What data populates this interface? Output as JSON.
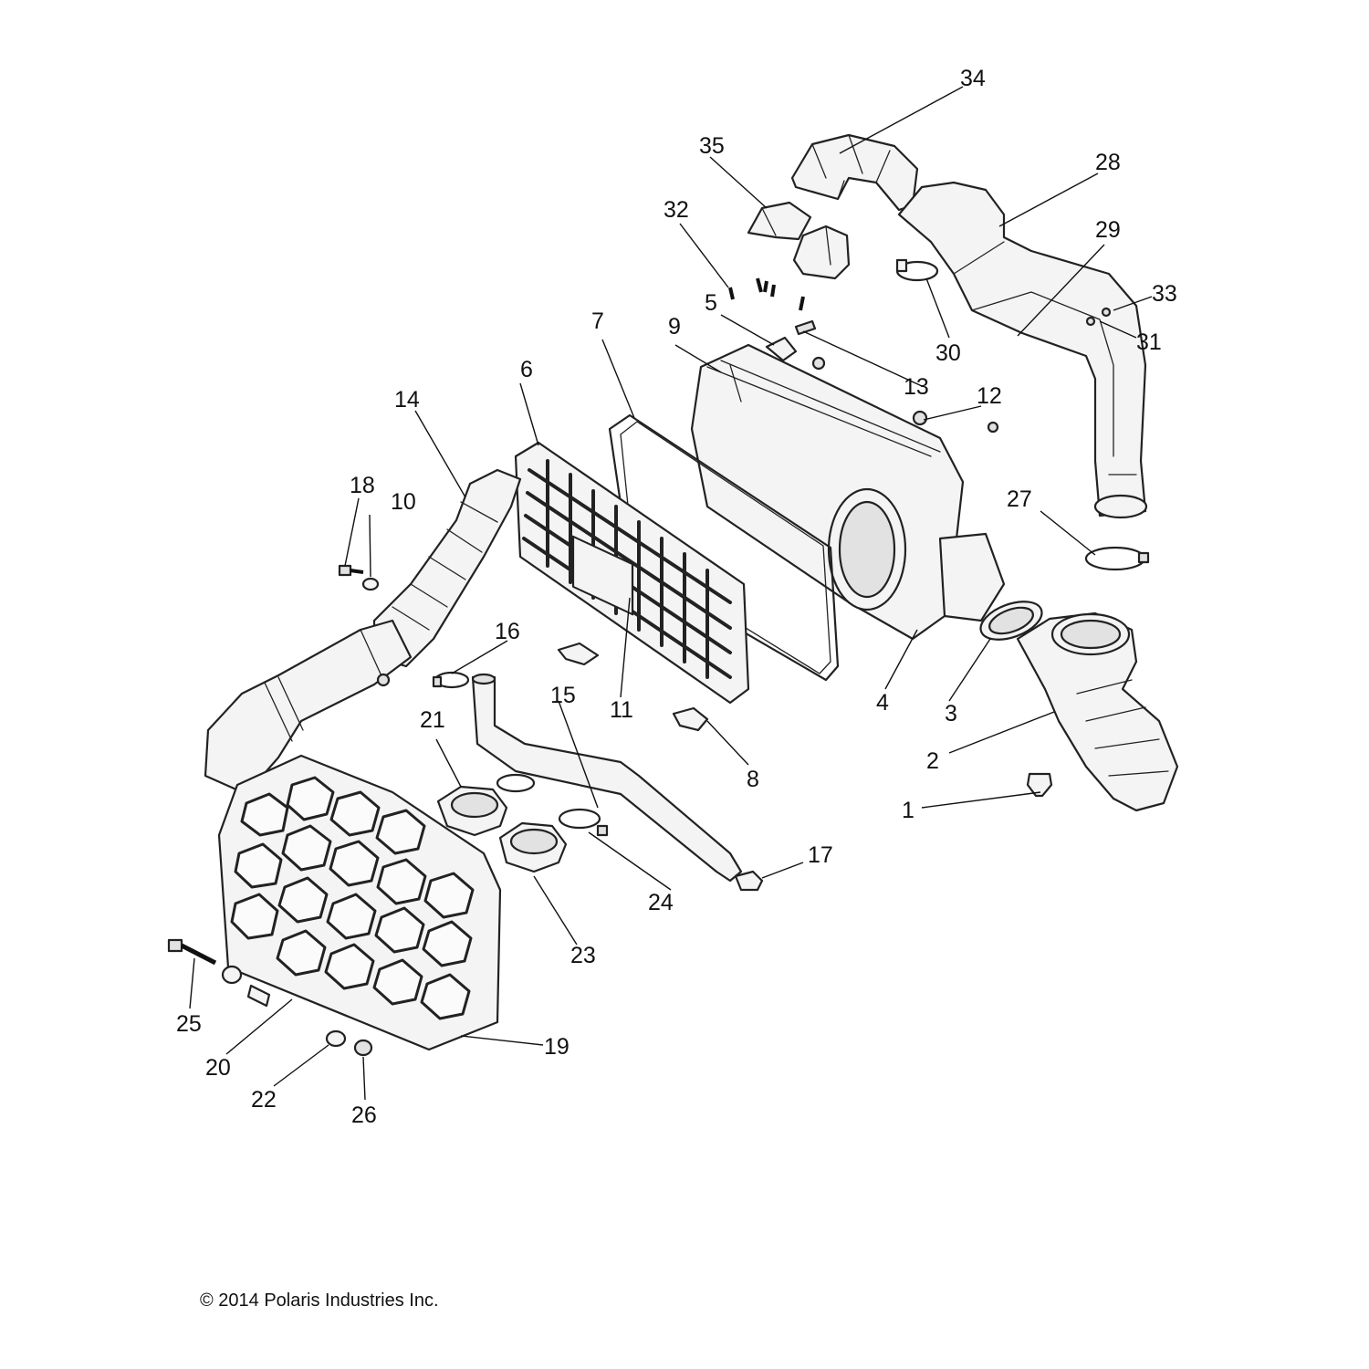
{
  "copyright": "© 2014 Polaris Industries Inc.",
  "callouts": {
    "c1": "1",
    "c2": "2",
    "c3": "3",
    "c4": "4",
    "c5": "5",
    "c6": "6",
    "c7": "7",
    "c8": "8",
    "c9": "9",
    "c10": "10",
    "c11": "11",
    "c12": "12",
    "c13": "13",
    "c14": "14",
    "c15": "15",
    "c16": "16",
    "c17": "17",
    "c18": "18",
    "c19": "19",
    "c20": "20",
    "c21": "21",
    "c22": "22",
    "c23": "23",
    "c24": "24",
    "c25": "25",
    "c26": "26",
    "c27": "27",
    "c28": "28",
    "c29": "29",
    "c30": "30",
    "c31": "31",
    "c32": "32",
    "c33": "33",
    "c34": "34",
    "c35": "35"
  }
}
